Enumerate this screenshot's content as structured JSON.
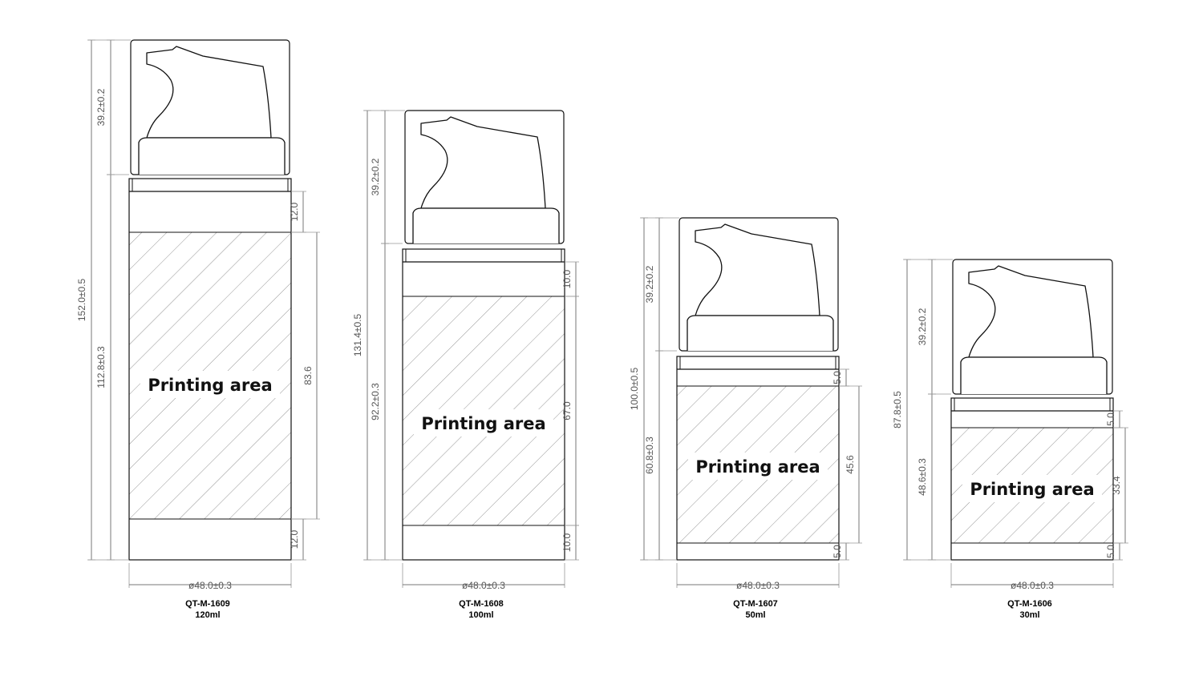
{
  "printing_label": "Printing area",
  "bottles": [
    {
      "model": "QT-M-1609",
      "volume": "120ml",
      "total_height": "152.0±0.5",
      "pump_height": "39.2±0.2",
      "body_height": "112.8±0.3",
      "top_band": "12.0",
      "print_height": "83.6",
      "bottom_band": "12.0",
      "diameter": "ø48.0±0.3"
    },
    {
      "model": "QT-M-1608",
      "volume": "100ml",
      "total_height": "131.4±0.5",
      "pump_height": "39.2±0.2",
      "body_height": "92.2±0.3",
      "top_band": "10.0",
      "print_height": "67.0",
      "bottom_band": "10.0",
      "diameter": "ø48.0±0.3"
    },
    {
      "model": "QT-M-1607",
      "volume": "50ml",
      "total_height": "100.0±0.5",
      "pump_height": "39.2±0.2",
      "body_height": "60.8±0.3",
      "top_band": "5.0",
      "print_height": "45.6",
      "bottom_band": "5.0",
      "diameter": "ø48.0±0.3"
    },
    {
      "model": "QT-M-1606",
      "volume": "30ml",
      "total_height": "87.8±0.5",
      "pump_height": "39.2±0.2",
      "body_height": "48.6±0.3",
      "top_band": "5.0",
      "print_height": "33.4",
      "bottom_band": "5.0",
      "diameter": "ø48.0±0.3"
    }
  ]
}
